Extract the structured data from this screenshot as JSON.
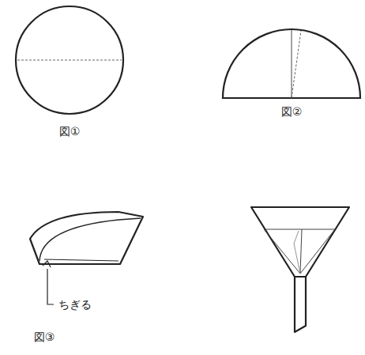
{
  "diagram": {
    "labels": [
      "図①",
      "図②",
      "ちぎる",
      "図③"
    ]
  }
}
